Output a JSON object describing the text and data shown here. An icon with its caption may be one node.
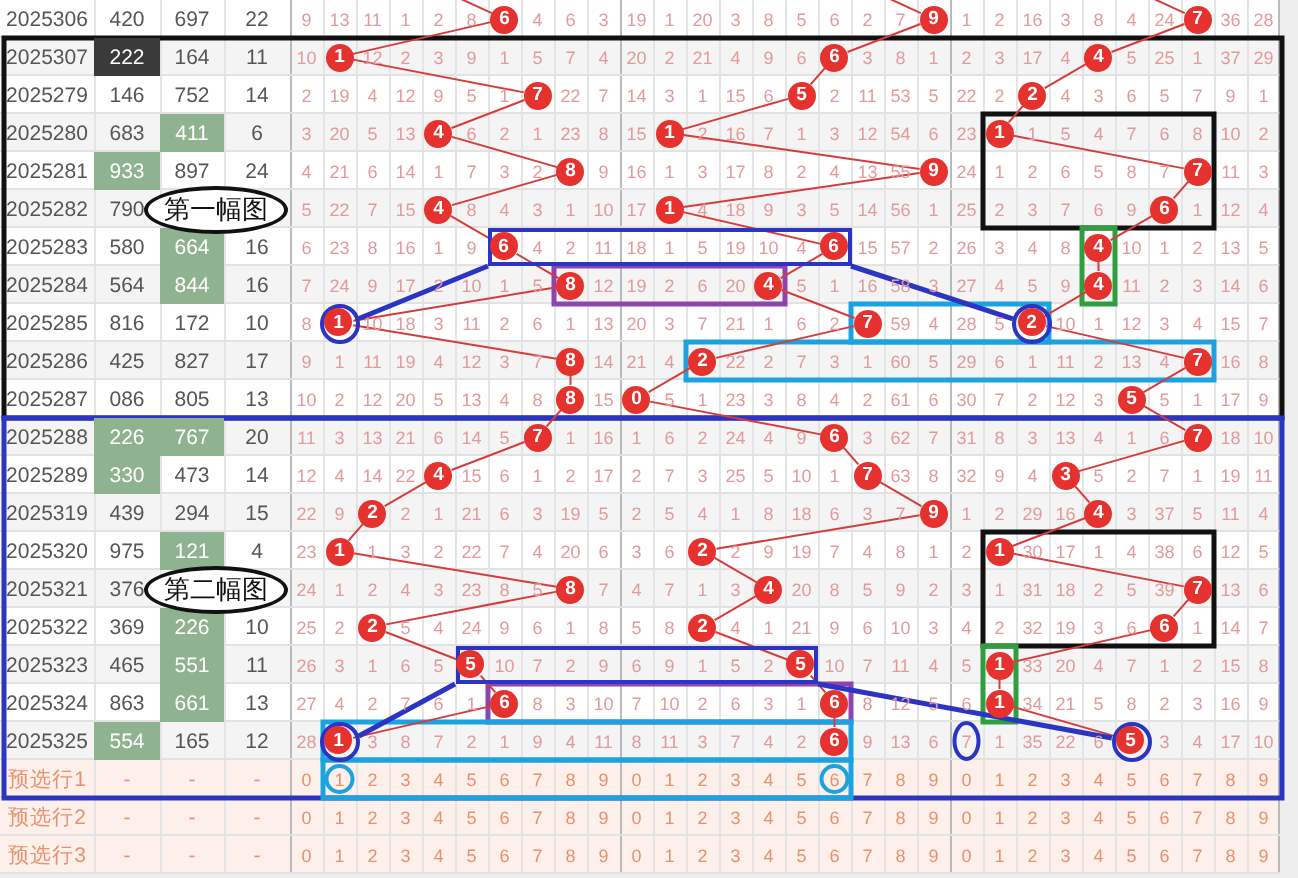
{
  "diagram": {
    "nodes": [
      {
        "text": [
          "6"
        ]
      },
      {
        "text": [
          "9"
        ]
      },
      {
        "text": [
          "7"
        ]
      },
      {
        "text": [
          "1"
        ]
      },
      {
        "text": [
          "6"
        ]
      },
      {
        "text": [
          "4"
        ]
      },
      {
        "text": [
          "7"
        ]
      },
      {
        "text": [
          "5"
        ]
      },
      {
        "text": [
          "2"
        ]
      },
      {
        "text": [
          "4"
        ]
      },
      {
        "text": [
          "1"
        ]
      },
      {
        "text": [
          "1"
        ]
      },
      {
        "text": [
          "8"
        ]
      },
      {
        "text": [
          "9"
        ]
      },
      {
        "text": [
          "7"
        ]
      },
      {
        "text": [
          "4"
        ]
      },
      {
        "text": [
          "1"
        ]
      },
      {
        "text": [
          "6"
        ]
      },
      {
        "text": [
          "6"
        ],
        "in": 61
      },
      {
        "text": [
          "6"
        ],
        "in": 61
      },
      {
        "text": [
          "4"
        ]
      },
      {
        "text": [
          "8"
        ]
      },
      {
        "text": [
          "4"
        ]
      },
      {
        "text": [
          "4"
        ]
      },
      {
        "text": [
          "1"
        ],
        "in": 62
      },
      {
        "text": [
          "7"
        ]
      },
      {
        "text": [
          "2"
        ],
        "in": 63
      },
      {
        "text": [
          "8"
        ]
      },
      {
        "text": [
          "2"
        ]
      },
      {
        "text": [
          "7"
        ]
      },
      {
        "text": [
          "8"
        ]
      },
      {
        "text": [
          "0"
        ]
      },
      {
        "text": [
          "5"
        ]
      },
      {
        "text": [
          "7"
        ]
      },
      {
        "text": [
          "6"
        ]
      },
      {
        "text": [
          "7"
        ]
      },
      {
        "text": [
          "4"
        ]
      },
      {
        "text": [
          "7"
        ]
      },
      {
        "text": [
          "3"
        ]
      },
      {
        "text": [
          "2"
        ]
      },
      {
        "text": [
          "9"
        ]
      },
      {
        "text": [
          "4"
        ]
      },
      {
        "text": [
          "1"
        ]
      },
      {
        "text": [
          "2"
        ]
      },
      {
        "text": [
          "1"
        ]
      },
      {
        "text": [
          "8"
        ]
      },
      {
        "text": [
          "4"
        ]
      },
      {
        "text": [
          "7"
        ]
      },
      {
        "text": [
          "2"
        ]
      },
      {
        "text": [
          "2"
        ]
      },
      {
        "text": [
          "6"
        ]
      },
      {
        "text": [
          "5"
        ],
        "in": 65
      },
      {
        "text": [
          "5"
        ],
        "in": 65
      },
      {
        "text": [
          "1"
        ]
      },
      {
        "text": [
          "6"
        ]
      },
      {
        "text": [
          "6"
        ]
      },
      {
        "text": [
          "1"
        ]
      },
      {
        "text": [
          "1"
        ],
        "in": 66
      },
      {
        "text": [
          "6"
        ]
      },
      {
        "text": [
          "5"
        ],
        "in": 67
      },
      {
        "text": [
          "第一幅图"
        ]
      },
      {
        "text": [],
        "shape": "box"
      },
      {
        "text": [],
        "shape": "circle"
      },
      {
        "text": [],
        "shape": "circle"
      },
      {
        "text": [
          "第二幅图"
        ]
      },
      {
        "text": [],
        "shape": "box"
      },
      {
        "text": [],
        "shape": "circle"
      },
      {
        "text": [],
        "shape": "circle"
      }
    ],
    "edges": [
      {
        "from": null,
        "to": 0,
        "arrow": "none"
      },
      {
        "from": null,
        "to": 1,
        "arrow": "none"
      },
      {
        "from": null,
        "to": 2,
        "arrow": "none"
      },
      {
        "from": 0,
        "to": 3,
        "arrow": "none"
      },
      {
        "from": 1,
        "to": 4,
        "arrow": "none"
      },
      {
        "from": 2,
        "to": 5,
        "arrow": "none"
      },
      {
        "from": 3,
        "to": 6,
        "arrow": "none"
      },
      {
        "from": 4,
        "to": 7,
        "arrow": "none"
      },
      {
        "from": 5,
        "to": 8,
        "arrow": "none"
      },
      {
        "from": 6,
        "to": 9,
        "arrow": "none"
      },
      {
        "from": 7,
        "to": 10,
        "arrow": "none"
      },
      {
        "from": 8,
        "to": 11,
        "arrow": "none"
      },
      {
        "from": 9,
        "to": 12,
        "arrow": "none"
      },
      {
        "from": 10,
        "to": 13,
        "arrow": "none"
      },
      {
        "from": 11,
        "to": 14,
        "arrow": "none"
      },
      {
        "from": 12,
        "to": 15,
        "arrow": "none"
      },
      {
        "from": 13,
        "to": 16,
        "arrow": "none"
      },
      {
        "from": 14,
        "to": 17,
        "arrow": "none"
      },
      {
        "from": 15,
        "to": 18,
        "arrow": "none"
      },
      {
        "from": 16,
        "to": 19,
        "arrow": "none"
      },
      {
        "from": 17,
        "to": 20,
        "arrow": "none"
      },
      {
        "from": 18,
        "to": 21,
        "arrow": "none"
      },
      {
        "from": 19,
        "to": 22,
        "arrow": "none"
      },
      {
        "from": 20,
        "to": 23,
        "arrow": "none"
      },
      {
        "from": 21,
        "to": 24,
        "arrow": "none"
      },
      {
        "from": 22,
        "to": 25,
        "arrow": "none"
      },
      {
        "from": 23,
        "to": 26,
        "arrow": "none"
      },
      {
        "from": 24,
        "to": 27,
        "arrow": "none"
      },
      {
        "from": 25,
        "to": 28,
        "arrow": "none"
      },
      {
        "from": 26,
        "to": 29,
        "arrow": "none"
      },
      {
        "from": 27,
        "to": 30,
        "arrow": "none"
      },
      {
        "from": 28,
        "to": 31,
        "arrow": "none"
      },
      {
        "from": 29,
        "to": 32,
        "arrow": "none"
      },
      {
        "from": 30,
        "to": 33,
        "arrow": "none"
      },
      {
        "from": 31,
        "to": 34,
        "arrow": "none"
      },
      {
        "from": 32,
        "to": 35,
        "arrow": "none"
      },
      {
        "from": 33,
        "to": 36,
        "arrow": "none"
      },
      {
        "from": 34,
        "to": 37,
        "arrow": "none"
      },
      {
        "from": 35,
        "to": 38,
        "arrow": "none"
      },
      {
        "from": 36,
        "to": 39,
        "arrow": "none"
      },
      {
        "from": 37,
        "to": 40,
        "arrow": "none"
      },
      {
        "from": 38,
        "to": 41,
        "arrow": "none"
      },
      {
        "from": 39,
        "to": 42,
        "arrow": "none"
      },
      {
        "from": 40,
        "to": 43,
        "arrow": "none"
      },
      {
        "from": 41,
        "to": 44,
        "arrow": "none"
      },
      {
        "from": 42,
        "to": 45,
        "arrow": "none"
      },
      {
        "from": 43,
        "to": 46,
        "arrow": "none"
      },
      {
        "from": 44,
        "to": 47,
        "arrow": "none"
      },
      {
        "from": 45,
        "to": 48,
        "arrow": "none"
      },
      {
        "from": 46,
        "to": 49,
        "arrow": "none"
      },
      {
        "from": 47,
        "to": 50,
        "arrow": "none"
      },
      {
        "from": 48,
        "to": 51,
        "arrow": "none"
      },
      {
        "from": 49,
        "to": 52,
        "arrow": "none"
      },
      {
        "from": 50,
        "to": 53,
        "arrow": "none"
      },
      {
        "from": 51,
        "to": 54,
        "arrow": "none"
      },
      {
        "from": 52,
        "to": 55,
        "arrow": "none"
      },
      {
        "from": 53,
        "to": 56,
        "arrow": "none"
      },
      {
        "from": 54,
        "to": 57,
        "arrow": "none"
      },
      {
        "from": 55,
        "to": 58,
        "arrow": "none"
      },
      {
        "from": 56,
        "to": 59,
        "arrow": "none"
      },
      {
        "from": 61,
        "to": 62,
        "arrow": "none",
        "style": "thick",
        "color": "#2b34c3"
      },
      {
        "from": 61,
        "to": 63,
        "arrow": "none",
        "style": "thick",
        "color": "#2b34c3"
      },
      {
        "from": 65,
        "to": 66,
        "arrow": "none",
        "style": "thick",
        "color": "#2b34c3"
      },
      {
        "from": 65,
        "to": 67,
        "arrow": "none",
        "style": "thick",
        "color": "#2b34c3"
      }
    ],
    "labels": [
      "2025306",
      "420",
      "697",
      "22",
      "9",
      "13",
      "11",
      "1",
      "2",
      "8",
      "4",
      "6",
      "3",
      "19",
      "1",
      "20",
      "3",
      "8",
      "5",
      "6",
      "2",
      "7",
      "1",
      "2",
      "16",
      "3",
      "8",
      "4",
      "24",
      "36",
      "28",
      "2025307",
      "222",
      "164",
      "11",
      "10",
      "12",
      "2",
      "3",
      "9",
      "1",
      "5",
      "7",
      "4",
      "20",
      "2",
      "21",
      "4",
      "9",
      "6",
      "3",
      "8",
      "1",
      "2",
      "3",
      "17",
      "4",
      "5",
      "25",
      "1",
      "37",
      "29",
      "2025279",
      "146",
      "752",
      "14",
      "2",
      "19",
      "4",
      "12",
      "9",
      "5",
      "1",
      "22",
      "7",
      "14",
      "3",
      "1",
      "15",
      "6",
      "2",
      "11",
      "53",
      "5",
      "22",
      "2",
      "4",
      "3",
      "6",
      "5",
      "7",
      "9",
      "1",
      "2025280",
      "683",
      "411",
      "6",
      "3",
      "20",
      "5",
      "13",
      "6",
      "2",
      "1",
      "23",
      "8",
      "15",
      "2",
      "16",
      "7",
      "1",
      "3",
      "12",
      "54",
      "6",
      "23",
      "1",
      "5",
      "4",
      "7",
      "6",
      "8",
      "10",
      "2",
      "2025281",
      "933",
      "897",
      "24",
      "4",
      "21",
      "6",
      "14",
      "1",
      "7",
      "3",
      "2",
      "9",
      "16",
      "1",
      "3",
      "17",
      "8",
      "2",
      "4",
      "13",
      "55",
      "24",
      "1",
      "2",
      "6",
      "5",
      "8",
      "7",
      "11",
      "3",
      "2025282",
      "790",
      "5",
      "22",
      "7",
      "15",
      "8",
      "4",
      "3",
      "1",
      "10",
      "17",
      "4",
      "18",
      "9",
      "3",
      "5",
      "14",
      "56",
      "1",
      "25",
      "2",
      "3",
      "7",
      "6",
      "9",
      "1",
      "12",
      "4",
      "2025283",
      "580",
      "664",
      "16",
      "6",
      "23",
      "8",
      "16",
      "1",
      "9",
      "4",
      "2",
      "11",
      "18",
      "1",
      "5",
      "19",
      "10",
      "4",
      "15",
      "57",
      "2",
      "26",
      "3",
      "4",
      "8",
      "10",
      "1",
      "2",
      "13",
      "5",
      "2025284",
      "564",
      "844",
      "16",
      "7",
      "24",
      "9",
      "17",
      "2",
      "10",
      "1",
      "5",
      "12",
      "19",
      "2",
      "6",
      "20",
      "5",
      "1",
      "16",
      "58",
      "3",
      "27",
      "4",
      "5",
      "9",
      "11",
      "2",
      "3",
      "14",
      "6",
      "2025285",
      "816",
      "172",
      "10",
      "8",
      "10",
      "18",
      "3",
      "11",
      "2",
      "6",
      "1",
      "13",
      "20",
      "3",
      "7",
      "21",
      "1",
      "6",
      "2",
      "59",
      "4",
      "28",
      "5",
      "10",
      "1",
      "12",
      "3",
      "4",
      "15",
      "7",
      "2025286",
      "425",
      "827",
      "17",
      "9",
      "1",
      "11",
      "19",
      "4",
      "12",
      "3",
      "7",
      "14",
      "21",
      "4",
      "22",
      "2",
      "7",
      "3",
      "1",
      "60",
      "5",
      "29",
      "6",
      "1",
      "11",
      "2",
      "13",
      "4",
      "16",
      "8",
      "2025287",
      "086",
      "805",
      "13",
      "10",
      "2",
      "12",
      "20",
      "5",
      "13",
      "4",
      "8",
      "15",
      "5",
      "1",
      "23",
      "3",
      "8",
      "4",
      "2",
      "61",
      "6",
      "30",
      "7",
      "2",
      "12",
      "3",
      "5",
      "1",
      "17",
      "9",
      "2025288",
      "226",
      "767",
      "20",
      "11",
      "3",
      "13",
      "21",
      "6",
      "14",
      "5",
      "1",
      "16",
      "1",
      "6",
      "2",
      "24",
      "4",
      "9",
      "3",
      "62",
      "7",
      "31",
      "8",
      "3",
      "13",
      "4",
      "1",
      "6",
      "18",
      "10",
      "2025289",
      "330",
      "473",
      "14",
      "12",
      "4",
      "14",
      "22",
      "15",
      "6",
      "1",
      "2",
      "17",
      "2",
      "7",
      "3",
      "25",
      "5",
      "10",
      "1",
      "63",
      "8",
      "32",
      "9",
      "4",
      "5",
      "2",
      "7",
      "1",
      "19",
      "11",
      "2025319",
      "439",
      "294",
      "15",
      "22",
      "9",
      "2",
      "1",
      "21",
      "6",
      "3",
      "19",
      "5",
      "2",
      "5",
      "4",
      "1",
      "8",
      "18",
      "6",
      "3",
      "7",
      "1",
      "2",
      "29",
      "16",
      "3",
      "37",
      "5",
      "11",
      "4",
      "2025320",
      "975",
      "121",
      "4",
      "23",
      "1",
      "3",
      "2",
      "22",
      "7",
      "4",
      "20",
      "6",
      "3",
      "6",
      "2",
      "9",
      "19",
      "7",
      "4",
      "8",
      "1",
      "2",
      "30",
      "17",
      "1",
      "4",
      "38",
      "6",
      "12",
      "5",
      "2025321",
      "376",
      "24",
      "1",
      "2",
      "4",
      "3",
      "23",
      "8",
      "5",
      "7",
      "4",
      "7",
      "1",
      "3",
      "20",
      "8",
      "5",
      "9",
      "2",
      "3",
      "1",
      "31",
      "18",
      "2",
      "5",
      "39",
      "13",
      "6",
      "2025322",
      "369",
      "226",
      "10",
      "25",
      "2",
      "5",
      "4",
      "24",
      "9",
      "6",
      "1",
      "8",
      "5",
      "8",
      "4",
      "1",
      "21",
      "9",
      "6",
      "10",
      "3",
      "4",
      "2",
      "32",
      "19",
      "3",
      "6",
      "1",
      "14",
      "7",
      "2025323",
      "465",
      "551",
      "11",
      "26",
      "3",
      "1",
      "6",
      "5",
      "10",
      "7",
      "2",
      "9",
      "6",
      "9",
      "1",
      "5",
      "2",
      "10",
      "7",
      "11",
      "4",
      "5",
      "33",
      "20",
      "4",
      "7",
      "1",
      "2",
      "15",
      "8",
      "2025324",
      "863",
      "661",
      "13",
      "27",
      "4",
      "2",
      "7",
      "6",
      "1",
      "8",
      "3",
      "10",
      "7",
      "10",
      "2",
      "6",
      "3",
      "1",
      "8",
      "12",
      "5",
      "6",
      "34",
      "21",
      "5",
      "8",
      "2",
      "3",
      "16",
      "9",
      "2025325",
      "554",
      "165",
      "12",
      "28",
      "3",
      "8",
      "7",
      "2",
      "1",
      "9",
      "4",
      "11",
      "8",
      "11",
      "3",
      "7",
      "4",
      "2",
      "9",
      "13",
      "6",
      "7",
      "1",
      "35",
      "22",
      "6",
      "3",
      "4",
      "17",
      "10",
      "预选行1",
      "-",
      "-",
      "-",
      "0",
      "1",
      "2",
      "3",
      "4",
      "5",
      "6",
      "7",
      "8",
      "9",
      "0",
      "1",
      "2",
      "3",
      "4",
      "5",
      "6",
      "7",
      "8",
      "9",
      "0",
      "1",
      "2",
      "3",
      "4",
      "5",
      "6",
      "7",
      "8",
      "9",
      "预选行2",
      "-",
      "-",
      "-",
      "0",
      "1",
      "2",
      "3",
      "4",
      "5",
      "6",
      "7",
      "8",
      "9",
      "0",
      "1",
      "2",
      "3",
      "4",
      "5",
      "6",
      "7",
      "8",
      "9",
      "0",
      "1",
      "2",
      "3",
      "4",
      "5",
      "6",
      "7",
      "8",
      "9",
      "预选行3",
      "-",
      "-",
      "-",
      "0",
      "1",
      "2",
      "3",
      "4",
      "5",
      "6",
      "7",
      "8",
      "9",
      "0",
      "1",
      "2",
      "3",
      "4",
      "5",
      "6",
      "7",
      "8",
      "9",
      "0",
      "1",
      "2",
      "3",
      "4",
      "5",
      "6",
      "7",
      "8",
      "9"
    ]
  }
}
